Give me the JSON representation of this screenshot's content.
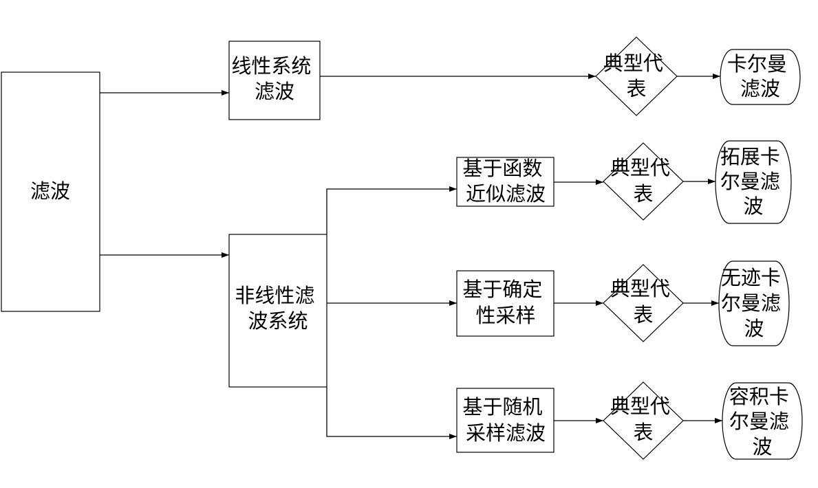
{
  "diagram": {
    "root": {
      "lines": [
        "滤波"
      ]
    },
    "linear": {
      "lines": [
        "线性系统",
        "滤波"
      ]
    },
    "nonlinear": {
      "lines": [
        "非线性滤",
        "波系统"
      ]
    },
    "function_approx": {
      "lines": [
        "基于函数",
        "近似滤波"
      ]
    },
    "deterministic_sampling": {
      "lines": [
        "基于确定",
        "性采样"
      ]
    },
    "random_sampling": {
      "lines": [
        "基于随机",
        "采样滤波"
      ]
    },
    "typical_1": {
      "lines": [
        "典型代",
        "表"
      ]
    },
    "typical_2": {
      "lines": [
        "典型代",
        "表"
      ]
    },
    "typical_3": {
      "lines": [
        "典型代",
        "表"
      ]
    },
    "typical_4": {
      "lines": [
        "典型代",
        "表"
      ]
    },
    "kalman": {
      "lines": [
        "卡尔曼",
        "滤波"
      ]
    },
    "extended_kalman": {
      "lines": [
        "拓展卡",
        "尔曼滤",
        "波"
      ]
    },
    "unscented_kalman": {
      "lines": [
        "无迹卡",
        "尔曼滤",
        "波"
      ]
    },
    "cubature_kalman": {
      "lines": [
        "容积卡",
        "尔曼滤",
        "波"
      ]
    }
  },
  "colors": {
    "stroke": "#000000",
    "background": "#ffffff",
    "text": "#000000"
  }
}
